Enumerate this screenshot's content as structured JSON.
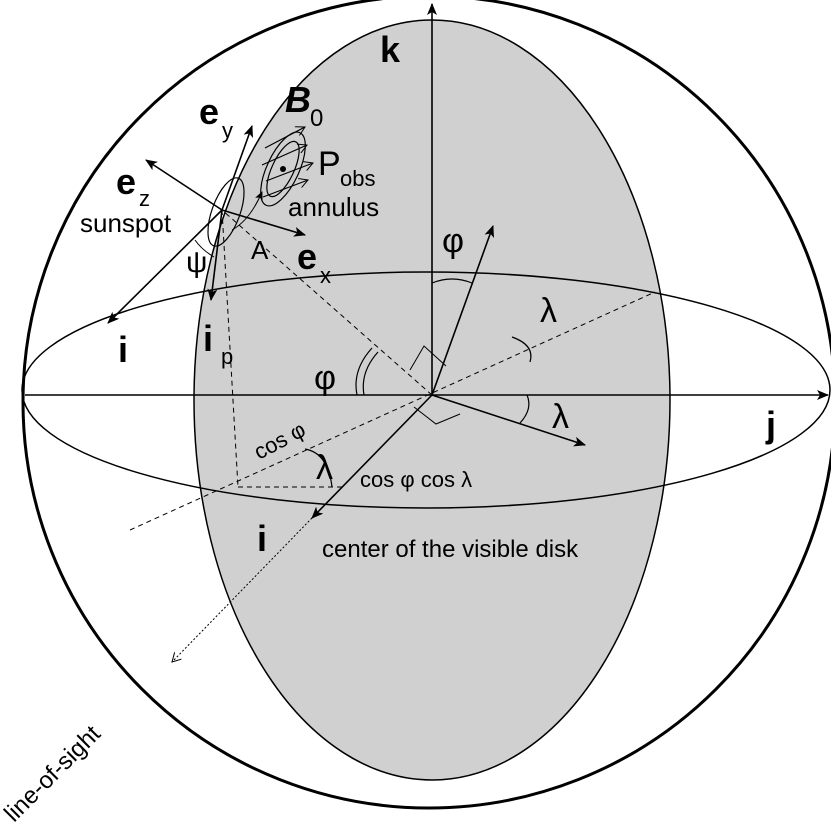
{
  "labels": {
    "k": "k",
    "j": "j",
    "i_center": "i",
    "i_spot": "i",
    "ip_base": "i",
    "ip_sub": "p",
    "ey_base": "e",
    "ey_sub": "y",
    "ez_base": "e",
    "ez_sub": "z",
    "ex_base": "e",
    "ex_sub": "x",
    "b0_base": "B",
    "b0_sub": "0",
    "pobs_base": "P",
    "pobs_sub": "obs",
    "annulus": "annulus",
    "sunspot": "sunspot",
    "A": "A",
    "psi": "ψ",
    "phi_upper": "φ",
    "phi_left": "φ",
    "lambda_upper": "λ",
    "lambda_right": "λ",
    "lambda_lower": "λ",
    "cos_phi": "cos φ",
    "cos_phi_cos_lambda": "cos φ cos λ",
    "center_disk": "center of the visible disk",
    "line_of_sight": "line-of-sight"
  },
  "colors": {
    "disk_fill": "#d0d0d0",
    "stroke": "#000000",
    "background": "#ffffff"
  }
}
